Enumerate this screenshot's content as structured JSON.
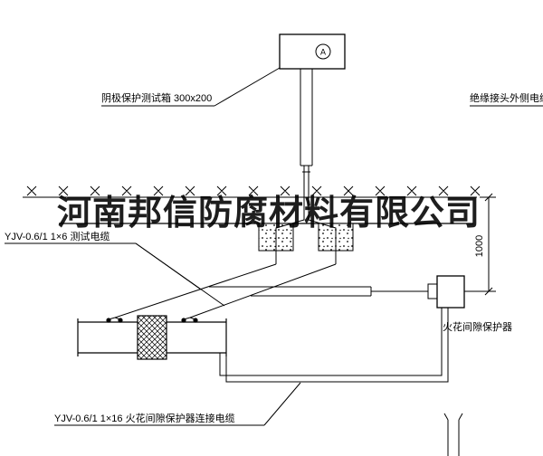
{
  "meta": {
    "background": "#ffffff",
    "line_color": "#000000",
    "watermark_color": "#1a1a1a"
  },
  "labels": {
    "test_box_label": "阴极保护测试箱 300x200",
    "right_top_cable_label": "绝缘接头外侧电缆",
    "test_cable_label": "YJV-0.6/1 1×6  测试电缆",
    "spark_protector_label": "火花间隙保护器",
    "bottom_cable_label": "YJV-0.6/1 1×16  火花间隙保护器连接电缆",
    "dimension_1000": "1000",
    "ammeter_symbol": "A"
  },
  "watermark": {
    "text": "河南邦信防腐材料有限公司"
  }
}
